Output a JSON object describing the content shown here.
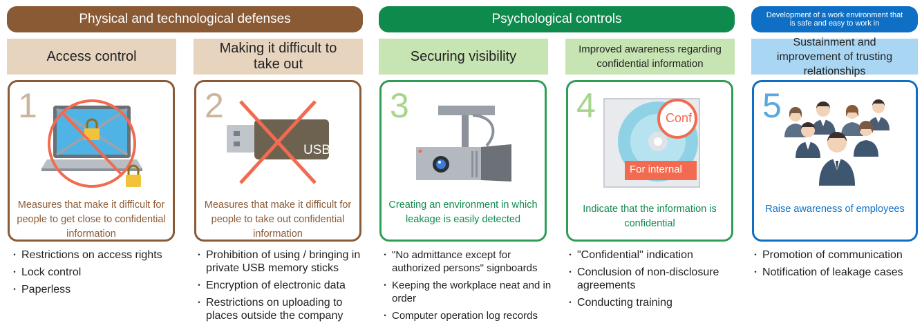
{
  "categories": {
    "physical": "Physical and technological defenses",
    "psychological": "Psychological controls",
    "environment": "Development of a work environment that is safe and easy to work in"
  },
  "columns": [
    {
      "subtitle": "Access control",
      "number": "1",
      "description": "Measures that make it difficult for people to get close to confidential information",
      "bullets": [
        "Restrictions on access rights",
        "Lock control",
        "Paperless"
      ]
    },
    {
      "subtitle": "Making it difficult to take out",
      "number": "2",
      "usb_label": "USB",
      "description": "Measures that make it difficult for people to take out confidential information",
      "bullets": [
        "Prohibition of using / bringing in private USB memory sticks",
        "Encryption of electronic data",
        "Restrictions on uploading to places outside the company"
      ]
    },
    {
      "subtitle": "Securing visibility",
      "number": "3",
      "description": "Creating an environment in which leakage is easily detected",
      "bullets": [
        "\"No admittance except for authorized persons\" signboards",
        "Keeping the workplace neat and in order",
        "Computer operation log records"
      ]
    },
    {
      "subtitle": "Improved awareness regarding confidential information",
      "number": "4",
      "stamp_label": "Conf",
      "banner_label": "For internal",
      "description": "Indicate that the information is confidential",
      "bullets": [
        "\"Confidential\" indication",
        "Conclusion of non-disclosure agreements",
        "Conducting training"
      ]
    },
    {
      "subtitle": "Sustainment and improvement of trusting relationships",
      "number": "5",
      "description": "Raise awareness of employees",
      "bullets": [
        "Promotion of communication",
        "Notification of leakage cases"
      ]
    }
  ],
  "colors": {
    "brown": "#8a5a35",
    "green": "#0f8a4d",
    "blue": "#0f6fc4",
    "beige": "#e6d4bf",
    "light_green": "#c7e4b3",
    "light_blue": "#a9d6f2",
    "red_accent": "#f26a4f"
  }
}
